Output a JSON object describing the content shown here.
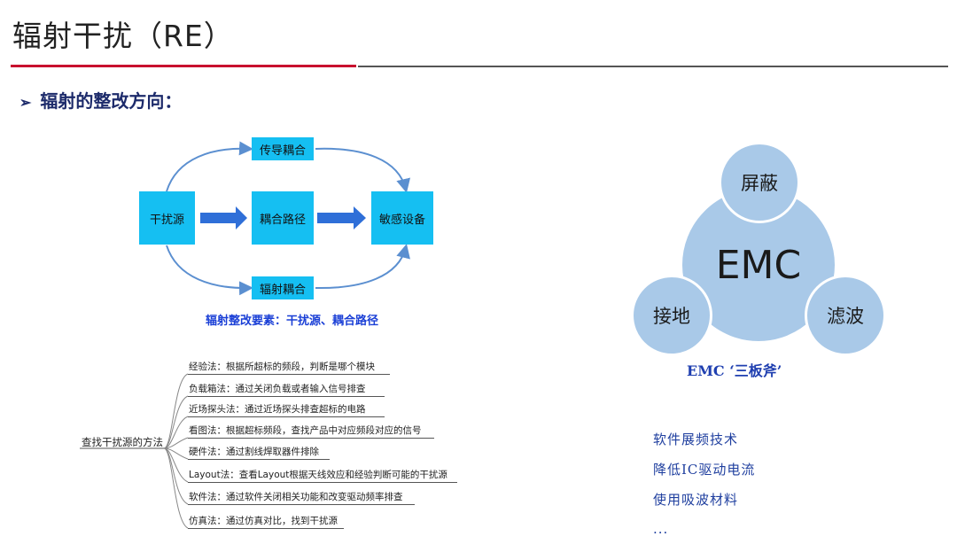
{
  "title": "辐射干扰（RE）",
  "subheading": "辐射的整改方向：",
  "flow": {
    "source": "干扰源",
    "path": "耦合路径",
    "victim": "敏感设备",
    "conducted": "传导耦合",
    "radiated": "辐射耦合",
    "caption": "辐射整改要素：干扰源、耦合路径"
  },
  "methods": {
    "root": "查找干扰源的方法",
    "items": [
      "经验法：根据所超标的频段，判断是哪个模块",
      "负载箱法：通过关闭负载或者输入信号排查",
      "近场探头法：通过近场探头排查超标的电路",
      "看图法：根据超标频段，查找产品中对应频段对应的信号",
      "硬件法：通过割线焊取器件排除",
      "Layout法：查看Layout根据天线效应和经验判断可能的干扰源",
      "软件法：通过软件关闭相关功能和改变驱动频率排查",
      "仿真法：通过仿真对比，找到干扰源"
    ]
  },
  "emc": {
    "center": "EMC",
    "shield": "屏蔽",
    "ground": "接地",
    "filter": "滤波",
    "caption": "EMC  ‘三板斧’"
  },
  "techniques": [
    "软件展频技术",
    "降低IC驱动电流",
    "使用吸波材料",
    "..."
  ],
  "colors": {
    "box": "#15bff2",
    "arrow": "#2f6fd8",
    "circle": "#a9c9e8",
    "accent_red": "#c8102e"
  }
}
